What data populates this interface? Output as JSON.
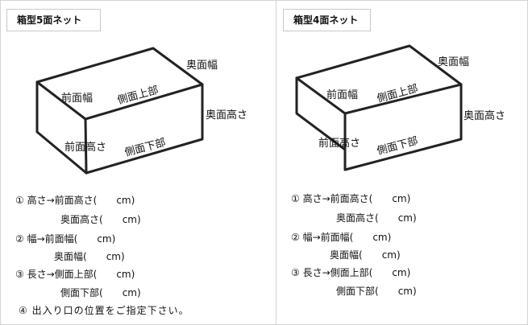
{
  "left": {
    "title": "箱型5面ネット",
    "labels": {
      "back_width": "奥面幅",
      "back_height": "奥面高さ",
      "front_width": "前面幅",
      "front_height": "前面高さ",
      "side_upper": "側面上部",
      "side_lower": "側面下部"
    },
    "instructions": [
      {
        "prefix": "① 高さ→",
        "label": "前面高さ(",
        "unit": "cm)"
      },
      {
        "prefix": "",
        "label": "奥面高さ(",
        "unit": "cm)"
      },
      {
        "prefix": "② 幅→",
        "label": "前面幅(",
        "unit": "cm)"
      },
      {
        "prefix": "",
        "label": "奥面幅(",
        "unit": "cm)"
      },
      {
        "prefix": "③ 長さ→",
        "label": "側面上部(",
        "unit": "cm)"
      },
      {
        "prefix": "",
        "label": "側面下部(",
        "unit": "cm)"
      }
    ],
    "note": "④ 出入り口の位置をご指定下さい。"
  },
  "right": {
    "title": "箱型4面ネット",
    "labels": {
      "back_width": "奥面幅",
      "back_height": "奥面高さ",
      "front_width": "前面幅",
      "front_height": "前面高さ",
      "side_upper": "側面上部",
      "side_lower": "側面下部"
    },
    "instructions": [
      {
        "prefix": "① 高さ→",
        "label": "前面高さ(",
        "unit": "cm)"
      },
      {
        "prefix": "",
        "label": "奥面高さ(",
        "unit": "cm)"
      },
      {
        "prefix": "② 幅→",
        "label": "前面幅(",
        "unit": "cm)"
      },
      {
        "prefix": "",
        "label": "奥面幅(",
        "unit": "cm)"
      },
      {
        "prefix": "③ 長さ→",
        "label": "側面上部(",
        "unit": "cm)"
      },
      {
        "prefix": "",
        "label": "側面下部(",
        "unit": "cm)"
      }
    ]
  }
}
